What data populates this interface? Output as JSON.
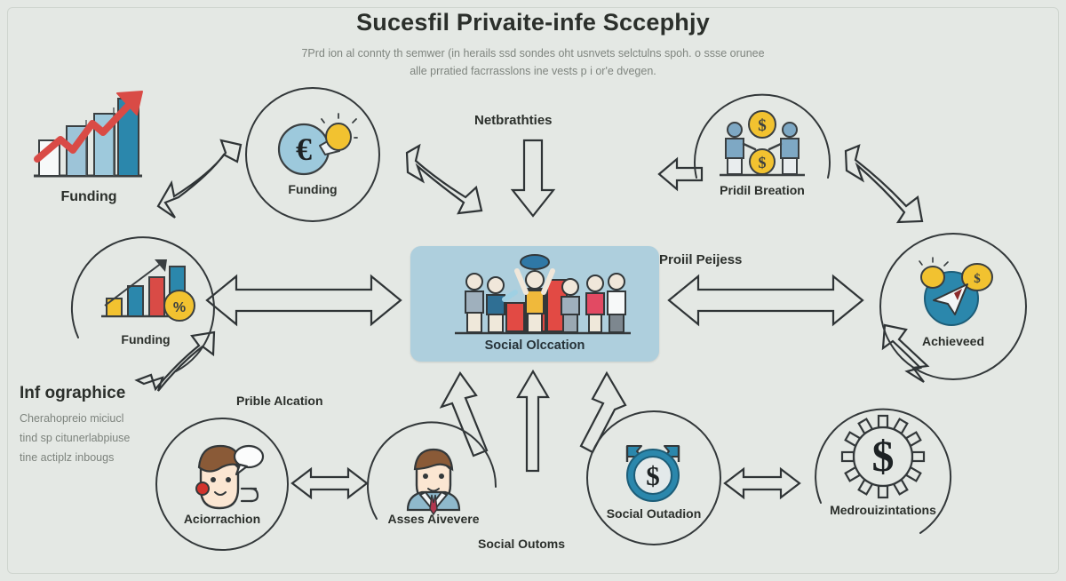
{
  "header": {
    "title": "Sucesfil Privaite-infe Sccephjy",
    "subtitle_line1": "7Prd ion al connty th semwer (in herails ssd sondes oht  usnvets selctulns spoh. o ssse orunee",
    "subtitle_line2": "alle prratied facrrasslons ine vests p i or'e dvegen."
  },
  "colors": {
    "background": "#e4e8e4",
    "ink": "#2f3436",
    "center_panel": "#aecfdd",
    "accent_blue": "#2b87ac",
    "accent_red": "#d94b46",
    "accent_yellow": "#f2c230",
    "muted_text": "#7f857f"
  },
  "nodes": [
    {
      "id": "funding-chart",
      "label": "Funding",
      "icon": "bar-chart-growth-icon"
    },
    {
      "id": "funding-euro",
      "label": "Funding",
      "icon": "euro-coin-bulb-icon"
    },
    {
      "id": "profit-creation",
      "label": "Pridil Breation",
      "icon": "handshake-coins-icon"
    },
    {
      "id": "funding-percent",
      "label": "Funding",
      "icon": "bar-chart-percent-icon"
    },
    {
      "id": "achieved",
      "label": "Achieveed",
      "icon": "rocket-launch-icon"
    },
    {
      "id": "attraction",
      "label": "Aciorrachion",
      "icon": "face-speech-bubble-icon"
    },
    {
      "id": "assess-adviser",
      "label": "Asses Aivevere",
      "icon": "person-avatar-icon"
    },
    {
      "id": "social-outcome",
      "label": "Social Outadion",
      "icon": "dollar-coin-flags-icon"
    },
    {
      "id": "monetizations",
      "label": "Medrouizintations",
      "icon": "gear-dollar-icon"
    }
  ],
  "center": {
    "label": "Social Olccation",
    "icon": "celebrating-team-bar-chart-icon"
  },
  "connector_labels": [
    {
      "id": "networking",
      "text": "Netbrathties"
    },
    {
      "id": "profit-process",
      "text": "Proiil Peijess"
    },
    {
      "id": "public-allocation",
      "text": "Prible Alcation"
    },
    {
      "id": "social-outcomes",
      "text": "Social Outoms"
    }
  ],
  "info_block": {
    "heading": "Inf ographice",
    "line1": "Cherahopreio miciucl",
    "line2": "tind sp citunerlabpiuse",
    "line3": "tine actiplz inbougs"
  }
}
